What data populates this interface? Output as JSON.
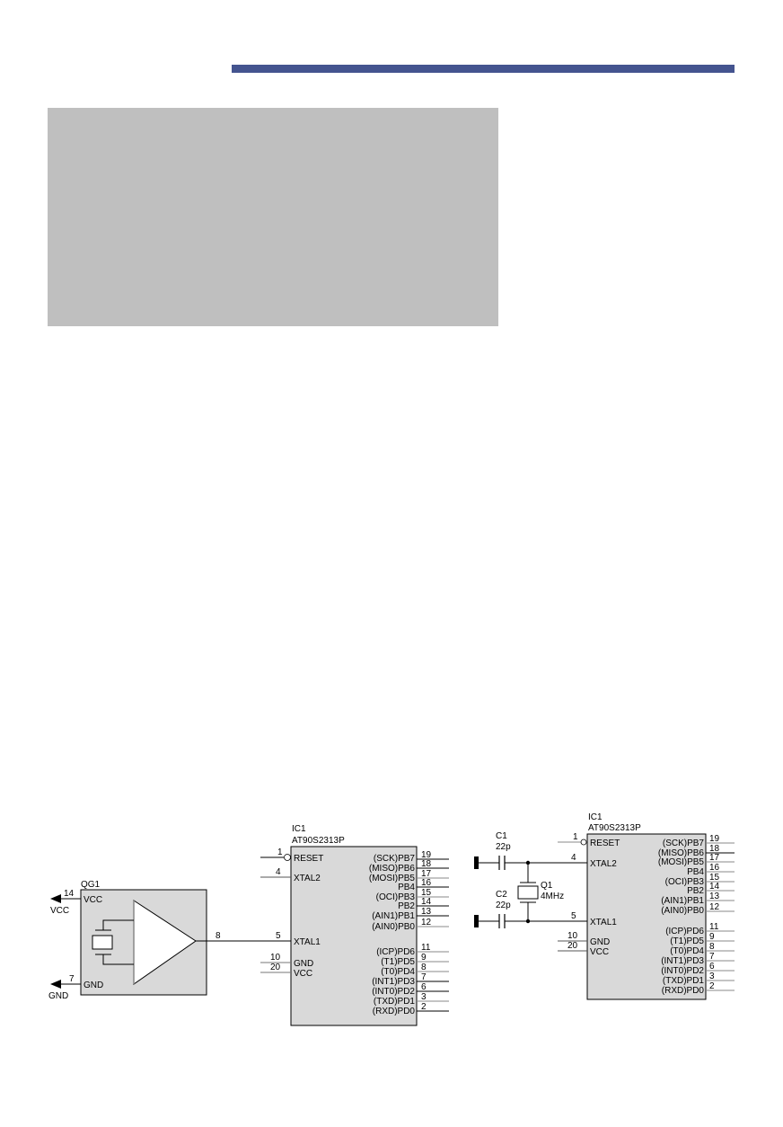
{
  "colors": {
    "header_bar": "#44548F",
    "placeholder_box": "#BFBFBF",
    "ic_fill": "#D9D9D9",
    "line": "#000000",
    "pin_gray": "#888888"
  },
  "left_schematic": {
    "oscillator": {
      "ref": "QG1",
      "pins": [
        {
          "num": "14",
          "name": "VCC",
          "net": "VCC"
        },
        {
          "num": "7",
          "name": "GND",
          "net": "GND"
        }
      ],
      "output_pin": "8"
    },
    "ic": {
      "ref": "IC1",
      "part": "AT90S2313P",
      "left_pins": [
        {
          "num": "1",
          "name": "RESET"
        },
        {
          "num": "4",
          "name": "XTAL2"
        },
        {
          "num": "5",
          "name": "XTAL1"
        },
        {
          "num": "10",
          "name": "GND"
        },
        {
          "num": "20",
          "name": "VCC"
        }
      ],
      "right_pins": [
        {
          "num": "19",
          "name": "(SCK)PB7"
        },
        {
          "num": "18",
          "name": "(MISO)PB6"
        },
        {
          "num": "17",
          "name": "(MOSI)PB5"
        },
        {
          "num": "16",
          "name": "PB4"
        },
        {
          "num": "15",
          "name": "(OCI)PB3"
        },
        {
          "num": "14",
          "name": "PB2"
        },
        {
          "num": "13",
          "name": "(AIN1)PB1"
        },
        {
          "num": "12",
          "name": "(AIN0)PB0"
        },
        {
          "num": "11",
          "name": "(ICP)PD6"
        },
        {
          "num": "9",
          "name": "(T1)PD5"
        },
        {
          "num": "8",
          "name": "(T0)PD4"
        },
        {
          "num": "7",
          "name": "(INT1)PD3"
        },
        {
          "num": "6",
          "name": "(INT0)PD2"
        },
        {
          "num": "3",
          "name": "(TXD)PD1"
        },
        {
          "num": "2",
          "name": "(RXD)PD0"
        }
      ]
    }
  },
  "right_schematic": {
    "c1": {
      "ref": "C1",
      "value": "22p"
    },
    "c2": {
      "ref": "C2",
      "value": "22p"
    },
    "crystal": {
      "ref": "Q1",
      "value": "4MHz"
    },
    "ic": {
      "ref": "IC1",
      "part": "AT90S2313P",
      "left_pins": [
        {
          "num": "1",
          "name": "RESET"
        },
        {
          "num": "4",
          "name": "XTAL2"
        },
        {
          "num": "5",
          "name": "XTAL1"
        },
        {
          "num": "10",
          "name": "GND"
        },
        {
          "num": "20",
          "name": "VCC"
        }
      ],
      "right_pins": [
        {
          "num": "19",
          "name": "(SCK)PB7"
        },
        {
          "num": "18",
          "name": "(MISO)PB6"
        },
        {
          "num": "17",
          "name": "(MOSI)PB5"
        },
        {
          "num": "16",
          "name": "PB4"
        },
        {
          "num": "15",
          "name": "(OCI)PB3"
        },
        {
          "num": "14",
          "name": "PB2"
        },
        {
          "num": "13",
          "name": "(AIN1)PB1"
        },
        {
          "num": "12",
          "name": "(AIN0)PB0"
        },
        {
          "num": "11",
          "name": "(ICP)PD6"
        },
        {
          "num": "9",
          "name": "(T1)PD5"
        },
        {
          "num": "8",
          "name": "(T0)PD4"
        },
        {
          "num": "7",
          "name": "(INT1)PD3"
        },
        {
          "num": "6",
          "name": "(INT0)PD2"
        },
        {
          "num": "3",
          "name": "(TXD)PD1"
        },
        {
          "num": "2",
          "name": "(RXD)PD0"
        }
      ]
    }
  }
}
